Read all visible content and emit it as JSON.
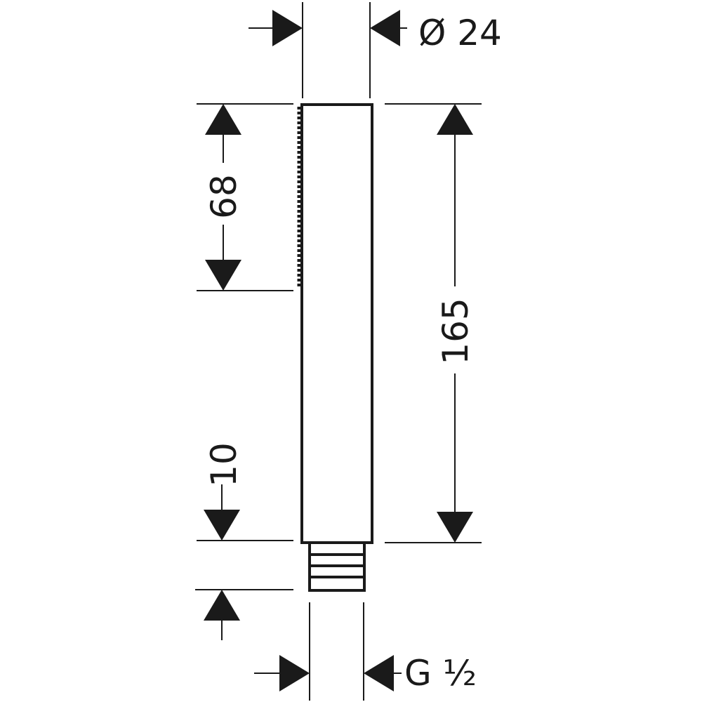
{
  "drawing": {
    "colors": {
      "line": "#1a1a1a",
      "background": "#ffffff"
    },
    "dimensions": {
      "diameter": "Ø 24",
      "grip_length": "68",
      "total_length": "165",
      "thread_length": "10",
      "thread_size": "G ½"
    }
  }
}
